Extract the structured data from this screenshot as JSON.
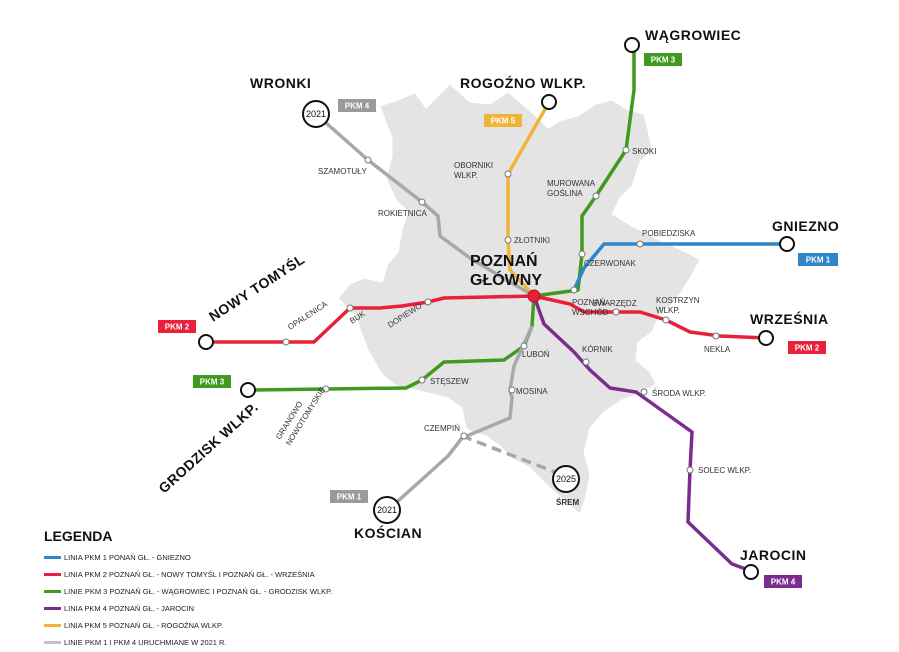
{
  "colors": {
    "pkm1": "#2f86c8",
    "pkm2": "#e8203a",
    "pkm3": "#3f9a1f",
    "pkm4": "#7b2d8e",
    "pkm5": "#f0b43a",
    "future": "#a8a8a8",
    "region_fill": "#e4e4e4",
    "hub": "#e8203a"
  },
  "hub": {
    "name_line1": "POZNAŃ",
    "name_line2": "GŁÓWNY"
  },
  "termini": {
    "wagrowiec": "WĄGROWIEC",
    "rogozno": "ROGOŹNO WLKP.",
    "wronki": "WRONKI",
    "gniezno": "GNIEZNO",
    "nowy_tomysl": "NOWY TOMYŚL",
    "wrzesnia": "WRZEŚNIA",
    "grodzisk": "GRODZISK WLKP.",
    "koscian": "KOŚCIAN",
    "jarocin": "JAROCIN"
  },
  "stations": {
    "szamotuly": "SZAMOTUŁY",
    "rokietnica": "ROKIETNICA",
    "oborniki_1": "OBORNIKI",
    "oborniki_2": "WLKP.",
    "zlotniki": "ZŁOTNIKI",
    "skoki": "SKOKI",
    "murowana_1": "MUROWANA",
    "murowana_2": "GOŚLINA",
    "czerwonak": "CZERWONAK",
    "pobiedziska": "POBIEDZISKA",
    "poznan_wschod_1": "POZNAŃ",
    "poznan_wschod_2": "WSCHÓD",
    "swarzedz": "SWARZĘDZ",
    "kostrzyn_1": "KOSTRZYN",
    "kostrzyn_2": "WLKP.",
    "nekla": "NEKLA",
    "opalenica": "OPALENICA",
    "buk": "BUK",
    "dopiewo": "DOPIEWO",
    "lubon": "LUBOŃ",
    "steszew": "STĘSZEW",
    "granowo_1": "GRANOWO",
    "granowo_2": "NOWOTOMYSKIE",
    "mosina": "MOSINA",
    "czempin": "CZEMPIŃ",
    "kornik": "KÓRNIK",
    "sroda": "ŚRODA WLKP.",
    "solec": "SOLEC WLKP.",
    "srem": "ŚREM"
  },
  "badges": {
    "wronki": "PKM 4",
    "rogozno": "PKM 5",
    "wagrowiec": "PKM 3",
    "gniezno": "PKM 1",
    "nowy_tomysl": "PKM 2",
    "wrzesnia": "PKM 2",
    "grodzisk": "PKM 3",
    "koscian": "PKM 1",
    "jarocin": "PKM 4"
  },
  "years": {
    "wronki": "2021",
    "koscian": "2021",
    "srem": "2025"
  },
  "legend": {
    "title": "LEGENDA",
    "items": [
      {
        "label": "LINIA PKM 1 PONAŃ GŁ. - GNIEZNO",
        "color": "#2f86c8"
      },
      {
        "label": "LINIA PKM 2 POZNAŃ GŁ. - NOWY TOMYŚL I POZNAŃ GŁ. - WRZEŚNIA",
        "color": "#e8203a"
      },
      {
        "label": "LINIE PKM 3 POZNAŃ GŁ. - WĄGROWIEC I POZNAŃ GŁ. -  GRODZISK WLKP.",
        "color": "#3f9a1f"
      },
      {
        "label": "LINIA PKM 4 POZNAŃ GŁ. -  JAROCIN",
        "color": "#7b2d8e"
      },
      {
        "label": "LINIA PKM 5 POZNAŃ GŁ. - ROGOŹNA WLKP.",
        "color": "#f0b43a"
      },
      {
        "label": "LINIE PKM 1 I PKM 4 URUCHMIANE W 2021 R.",
        "color": "#c4c4c4"
      }
    ]
  }
}
